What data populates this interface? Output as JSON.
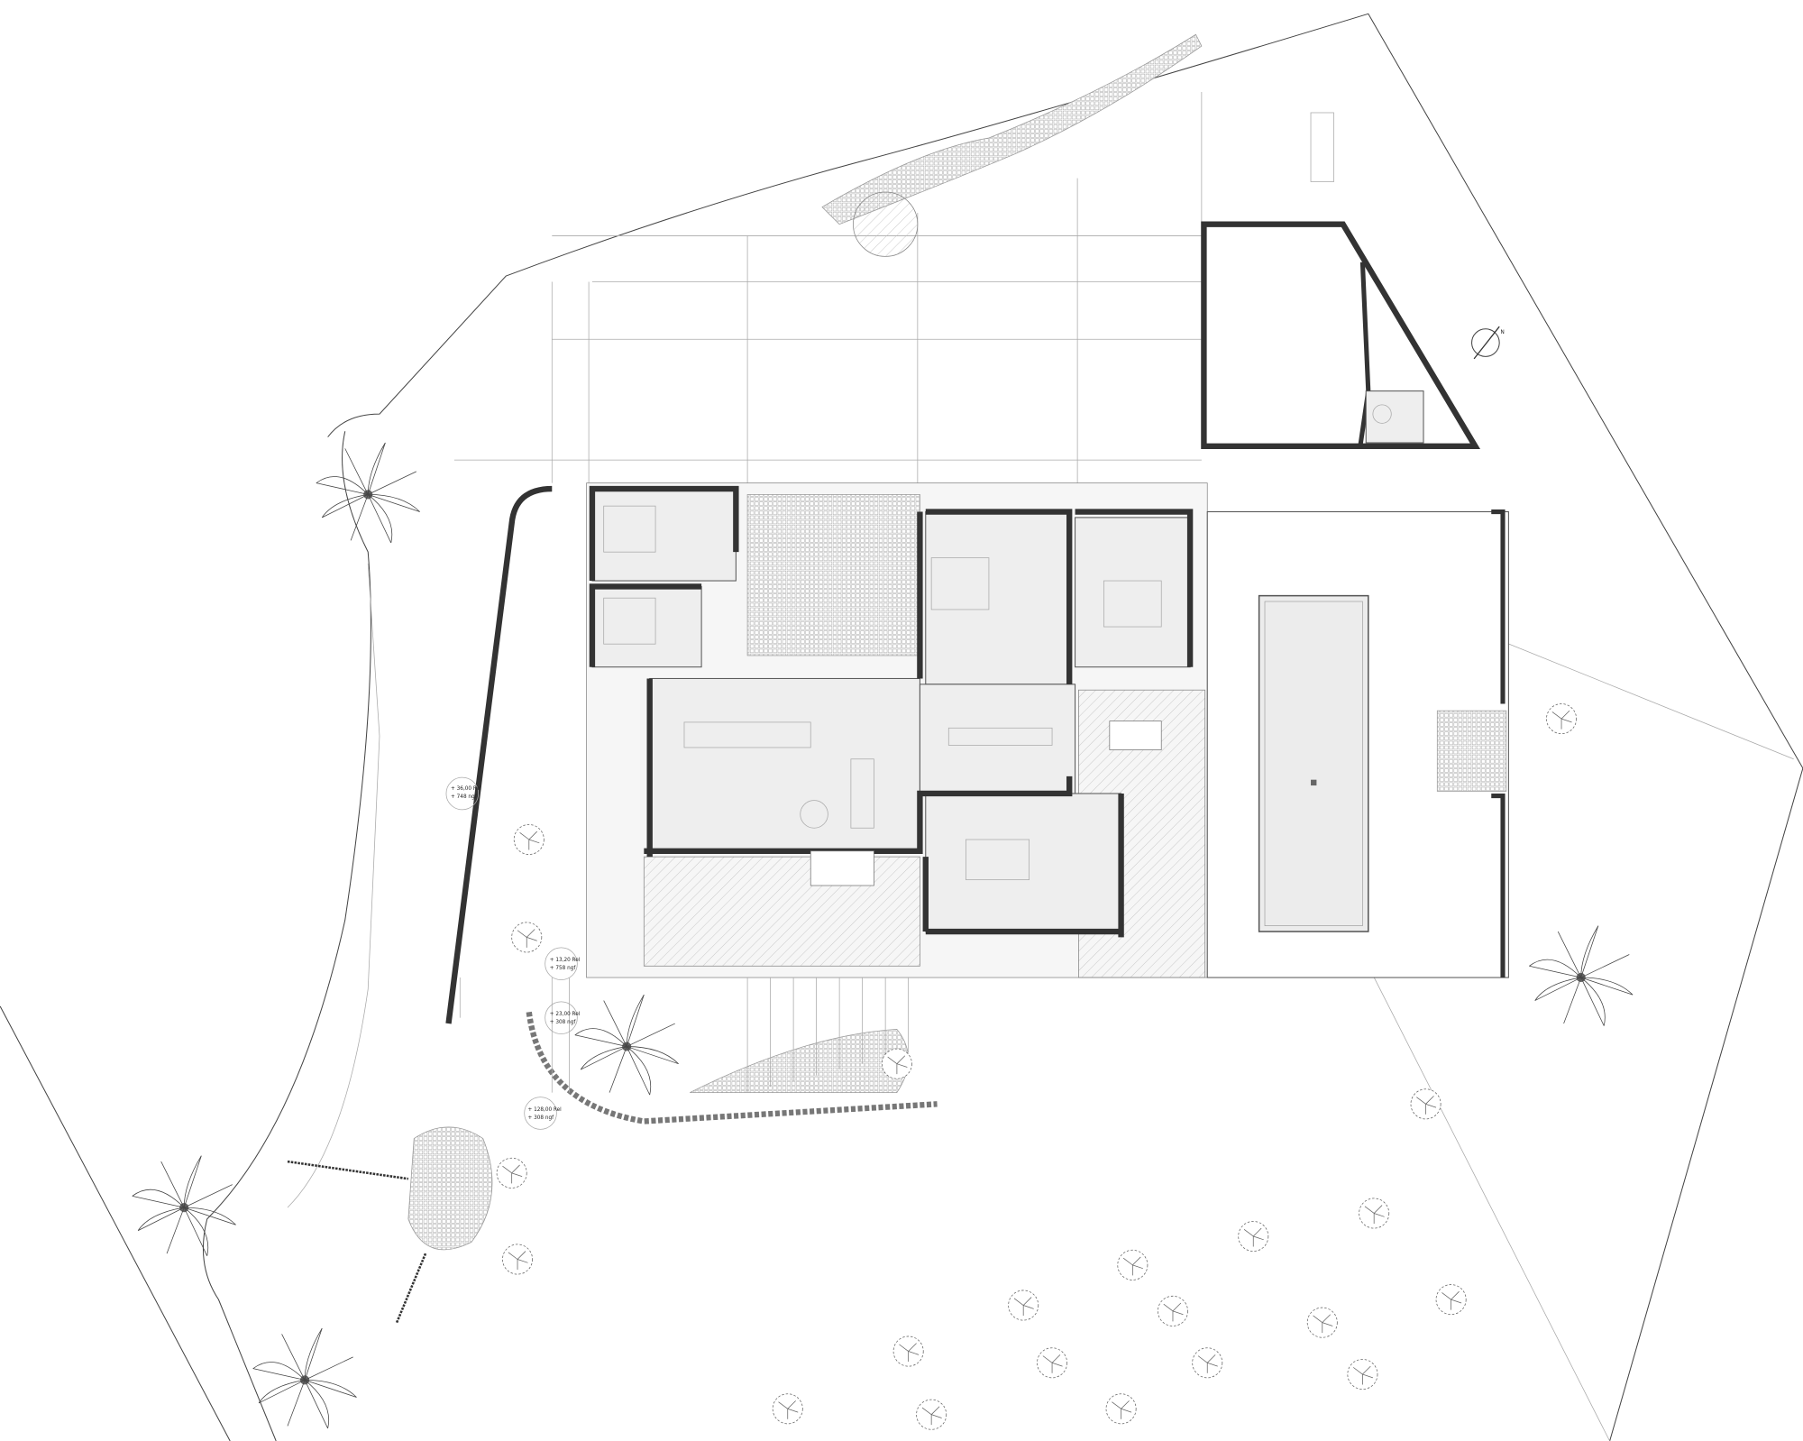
{
  "plan": {
    "type": "site plan / ground floor plan",
    "north_label": "N",
    "level_labels": [
      {
        "rel": "+ 36,00 Rel",
        "ngf": "+ 748 ngf"
      },
      {
        "rel": "+ 13,20 Rel",
        "ngf": "+ 758 ngf"
      },
      {
        "rel": "+ 23,00 Rel",
        "ngf": "+ 308 ngf"
      },
      {
        "rel": "+ 128,00 Rel",
        "ngf": "+ 308 ngf"
      }
    ]
  }
}
